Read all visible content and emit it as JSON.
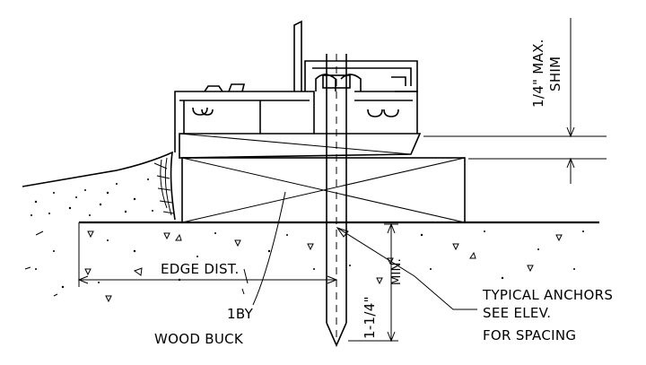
{
  "labels": {
    "shim_max": "1/4\" MAX.",
    "shim": "SHIM",
    "edge_dist": "EDGE DIST.",
    "embed_depth": "1-1/4\"",
    "embed_min": "MIN.",
    "buck_line1": "1BY",
    "buck_line2": "WOOD BUCK",
    "anchor_line1": "TYPICAL ANCHORS",
    "anchor_line2": "SEE ELEV.",
    "anchor_line3": "FOR SPACING"
  },
  "colors": {
    "ink": "#000000",
    "paper": "#ffffff"
  }
}
